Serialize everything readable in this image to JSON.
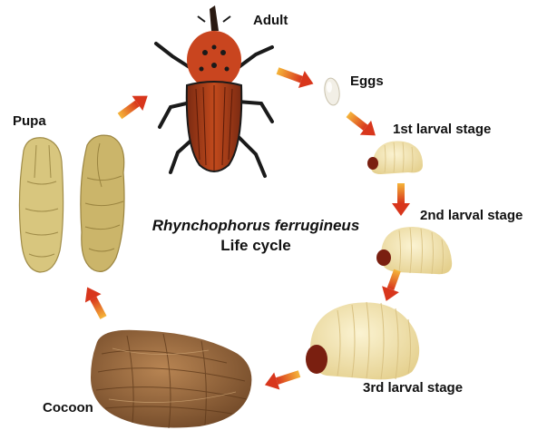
{
  "title": {
    "species": "Rhynchophorus ferrugineus",
    "subtitle": "Life cycle"
  },
  "stages": [
    {
      "id": "adult",
      "label": "Adult"
    },
    {
      "id": "eggs",
      "label": "Eggs"
    },
    {
      "id": "larva1",
      "label": "1st larval stage"
    },
    {
      "id": "larva2",
      "label": "2nd larval stage"
    },
    {
      "id": "larva3",
      "label": "3rd larval stage"
    },
    {
      "id": "cocoon",
      "label": "Cocoon"
    },
    {
      "id": "pupa",
      "label": "Pupa"
    }
  ],
  "colors": {
    "arrow_start": "#f5b53a",
    "arrow_end": "#d8361c",
    "weevil_body": "#c9451f",
    "weevil_dark": "#1a1a1a",
    "larva_body": "#f3e6b6",
    "larva_head": "#7a1f10",
    "cocoon": "#9b6a3c",
    "pupa": "#d8c67e"
  }
}
